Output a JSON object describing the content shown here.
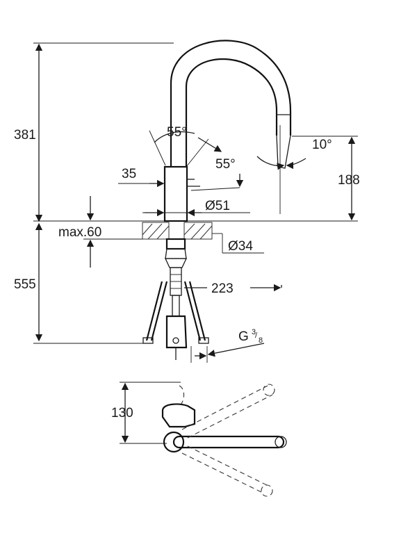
{
  "dimensions": {
    "height_total": "381",
    "spout_angle_left": "55°",
    "spout_angle_right": "55°",
    "lever_offset": "35",
    "spray_tilt": "10°",
    "spout_height": "188",
    "body_diameter": "Ø51",
    "max_deck": "max.60",
    "hole_diameter": "Ø34",
    "below_deck_length": "555",
    "reach": "223",
    "thread": "G",
    "thread_numerator": "3",
    "thread_denominator": "8",
    "plan_offset": "130"
  },
  "colors": {
    "ink": "#1a1a1a",
    "background": "#ffffff"
  }
}
